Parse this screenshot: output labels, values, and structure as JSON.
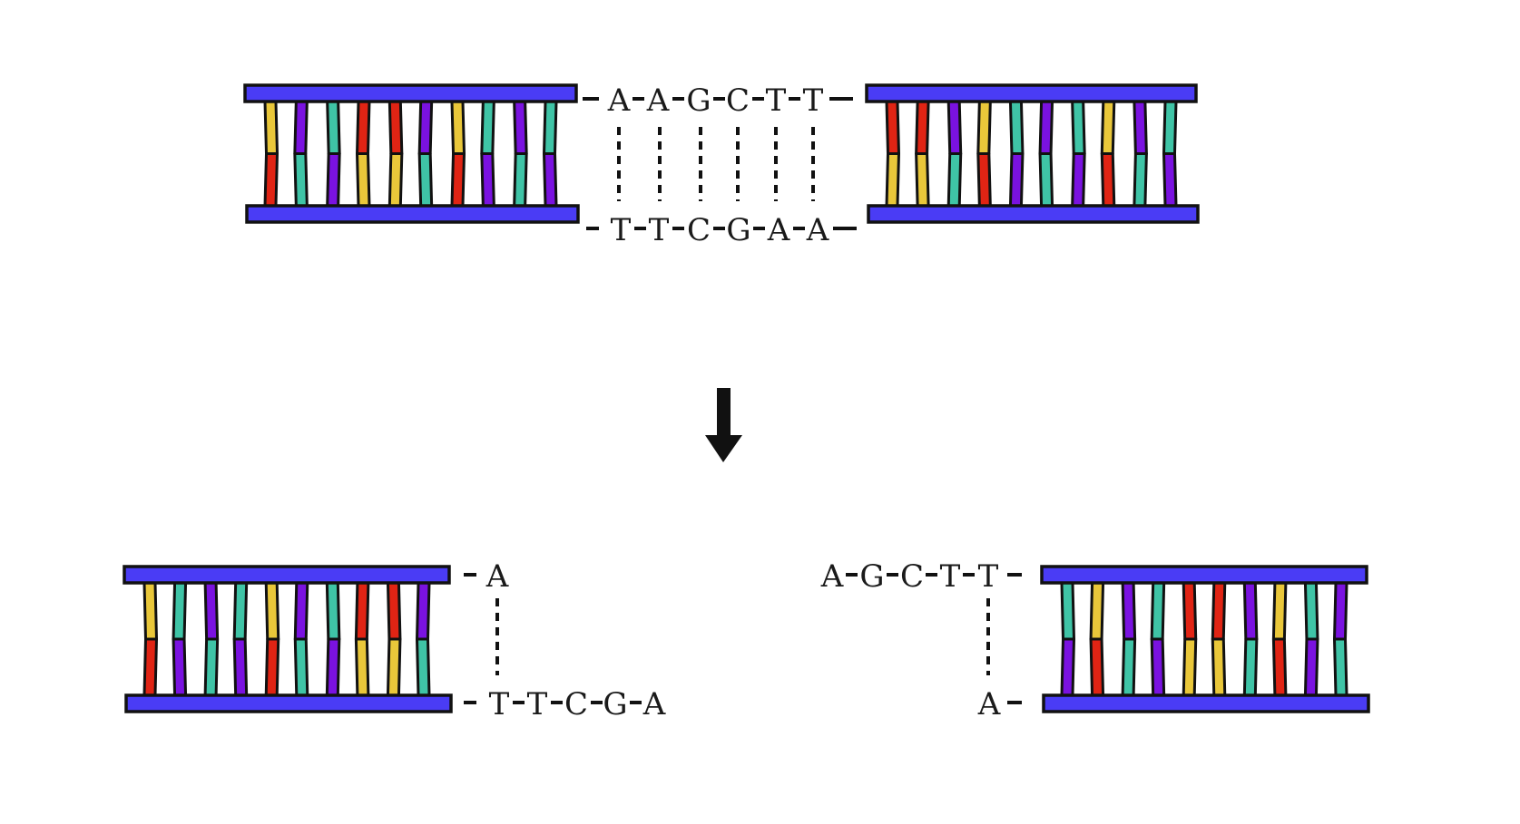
{
  "colors": {
    "backbone": "#4a3cf5",
    "outline": "#111111",
    "yellow": "#e9c73a",
    "purple": "#7a12e0",
    "teal": "#3fc4a6",
    "red": "#e02414",
    "text": "#1a1a1a"
  },
  "top": {
    "top_strand": [
      "A",
      "A",
      "G",
      "C",
      "T",
      "T"
    ],
    "bottom_strand": [
      "T",
      "T",
      "C",
      "G",
      "A",
      "A"
    ]
  },
  "arrow": {
    "icon": "down-arrow-icon"
  },
  "bottom_left": {
    "top_strand": [
      "A"
    ],
    "bottom_strand": [
      "T",
      "T",
      "C",
      "G",
      "A"
    ]
  },
  "bottom_right": {
    "top_strand": [
      "A",
      "G",
      "C",
      "T",
      "T"
    ],
    "bottom_strand": [
      "A"
    ]
  }
}
